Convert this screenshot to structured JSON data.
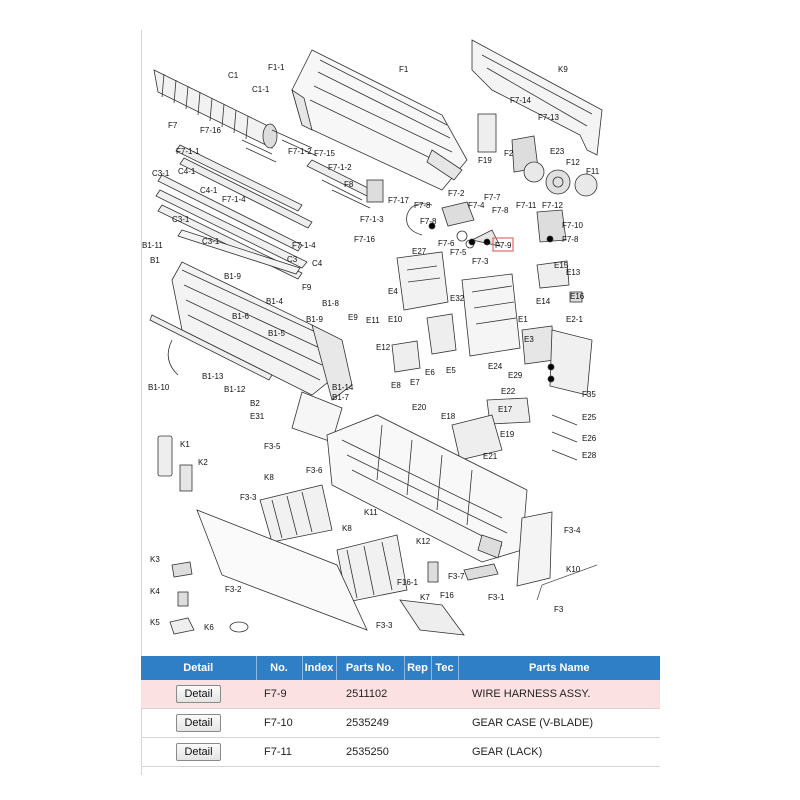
{
  "diagram": {
    "labels": [
      "C1",
      "C1-1",
      "F1-1",
      "F1",
      "K9",
      "F7-14",
      "F7-13",
      "F7",
      "F7-16",
      "F7-1-1",
      "F7-1-2",
      "F7-15",
      "F7-1-2",
      "F19",
      "F2",
      "E23",
      "F12",
      "F11",
      "C3-1",
      "C4-1",
      "F8",
      "C4-1",
      "F7-1-4",
      "F7-17",
      "F7-2",
      "F7-7",
      "F7-11",
      "F7-12",
      "F7-4",
      "F7-8",
      "F7-10",
      "F7-8",
      "C3-1",
      "F7-1-3",
      "F7-16",
      "F7-8",
      "F7-6",
      "F7-5",
      "F7-3",
      "F7-9",
      "F7-8",
      "C3-1",
      "F7-1-4",
      "B1-11",
      "B1",
      "C3",
      "C4",
      "E27",
      "E15",
      "E13",
      "B1-9",
      "F9",
      "E4",
      "E32",
      "E14",
      "E16",
      "B1-4",
      "B1-8",
      "B1-9",
      "E9",
      "E11",
      "E10",
      "E1",
      "E2-1",
      "B1-6",
      "E12",
      "E3",
      "B1-5",
      "E5",
      "E24",
      "E29",
      "E8",
      "E7",
      "E6",
      "E22",
      "F35",
      "B1-10",
      "B1-13",
      "B1-12",
      "B1-14",
      "B1-7",
      "B2",
      "E31",
      "E20",
      "E18",
      "E17",
      "E25",
      "E26",
      "F3-5",
      "E19",
      "K1",
      "E28",
      "E21",
      "K2",
      "K8",
      "F3-6",
      "F3-3",
      "K11",
      "F3-4",
      "K8",
      "K12",
      "K10",
      "K3",
      "F16-1",
      "F3-7",
      "K4",
      "F3-2",
      "F16",
      "F3-1",
      "K7",
      "F3",
      "K5",
      "K6",
      "F3-3"
    ]
  },
  "table": {
    "headers": [
      "Detail",
      "No.",
      "Index",
      "Parts No.",
      "Rep",
      "Tec",
      "Parts Name"
    ],
    "rows": [
      {
        "button": "Detail",
        "no": "F7-9",
        "index": "",
        "part_no": "2511102",
        "rep": "",
        "tec": "",
        "name": "WIRE HARNESS ASSY.",
        "selected": true
      },
      {
        "button": "Detail",
        "no": "F7-10",
        "index": "",
        "part_no": "2535249",
        "rep": "",
        "tec": "",
        "name": "GEAR CASE (V-BLADE)",
        "selected": false
      },
      {
        "button": "Detail",
        "no": "F7-11",
        "index": "",
        "part_no": "2535250",
        "rep": "",
        "tec": "",
        "name": "GEAR (LACK)",
        "selected": false
      }
    ]
  }
}
